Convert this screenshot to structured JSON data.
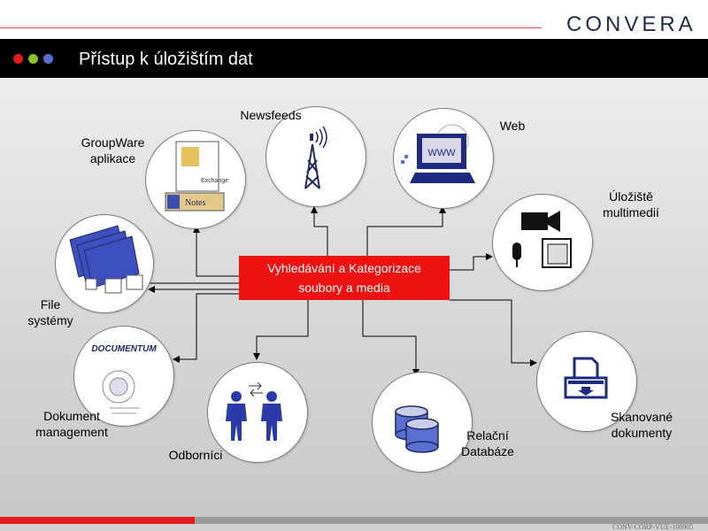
{
  "header": {
    "logo": "CONVERA",
    "title": "Přístup k úložištím dat",
    "dots": [
      "#e31b1b",
      "#8dbf2f",
      "#5a6fd1"
    ]
  },
  "center": {
    "line1": "Vyhledávání a Kategorizace",
    "line2": "soubory a media"
  },
  "nodes": {
    "groupware": "GroupWare\naplikace",
    "newsfeeds": "Newsfeeds",
    "web": "Web",
    "multimedia": "Úložiště\nmultimedií",
    "filesystems": "File\nsystémy",
    "document": "Dokument\nmanagement",
    "experts": "Odborníci",
    "database": "Relační\nDatabáze",
    "scanned": "Skanované\ndokumenty"
  },
  "icons": {
    "www": "WWW",
    "documentum": "DOCUMENTUM",
    "notes": "Notes",
    "exchange": "Exchange"
  },
  "footer": "CONV-CORP-VUE-100905"
}
